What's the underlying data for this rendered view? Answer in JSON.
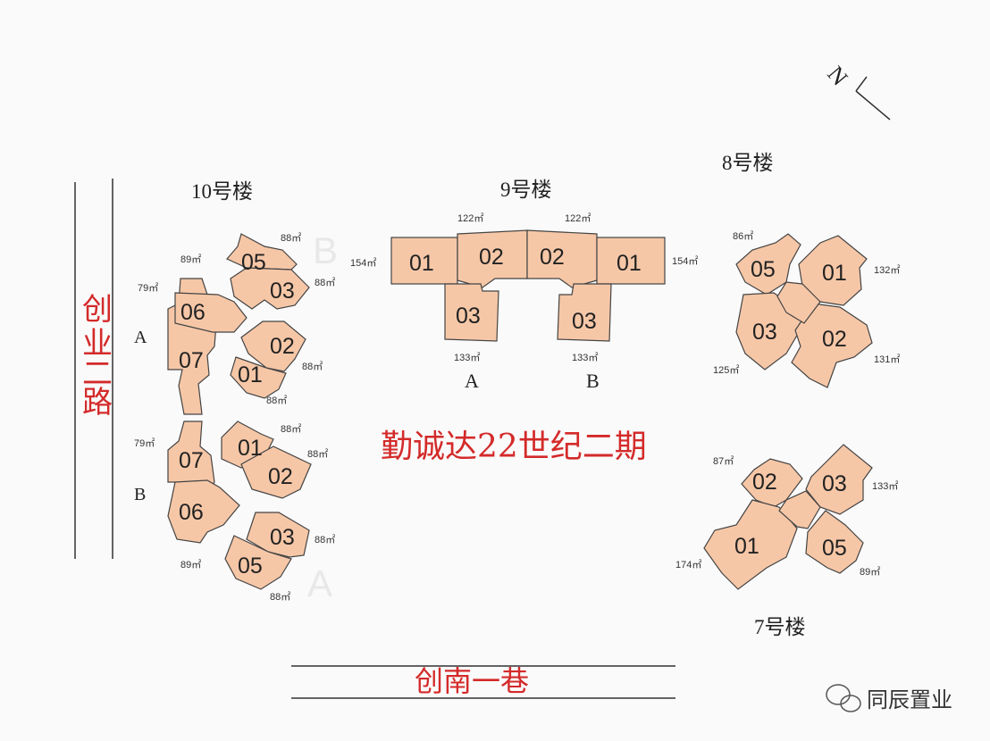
{
  "project_title": "勤诚达22世纪二期",
  "road_left": "创业二路",
  "road_bottom": "创南一巷",
  "north": "N",
  "watermark": "同辰置业",
  "buildings": {
    "b10": {
      "name": "10号楼",
      "wing_a": "A",
      "wing_b": "B",
      "units_top": [
        "05",
        "03",
        "06",
        "07",
        "02",
        "01"
      ],
      "units_bottom": [
        "01",
        "02",
        "07",
        "06",
        "03",
        "05"
      ],
      "areas_top": [
        "88㎡",
        "89㎡",
        "88㎡",
        "79㎡",
        "88㎡",
        "88㎡"
      ],
      "areas_bottom": [
        "88㎡",
        "79㎡",
        "88㎡",
        "88㎡",
        "89㎡",
        "88㎡"
      ],
      "ghost_b": "B",
      "ghost_a": "A"
    },
    "b9": {
      "name": "9号楼",
      "units": [
        "01",
        "02",
        "02",
        "01",
        "03",
        "03"
      ],
      "areas": [
        "122㎡",
        "122㎡",
        "154㎡",
        "154㎡",
        "133㎡",
        "133㎡"
      ],
      "wing_a": "A",
      "wing_b": "B"
    },
    "b8": {
      "name": "8号楼",
      "units": [
        "05",
        "01",
        "03",
        "02"
      ],
      "areas": [
        "86㎡",
        "132㎡",
        "125㎡",
        "131㎡"
      ]
    },
    "b7": {
      "name": "7号楼",
      "units": [
        "02",
        "03",
        "01",
        "05"
      ],
      "areas": [
        "87㎡",
        "133㎡",
        "174㎡",
        "89㎡"
      ]
    }
  }
}
